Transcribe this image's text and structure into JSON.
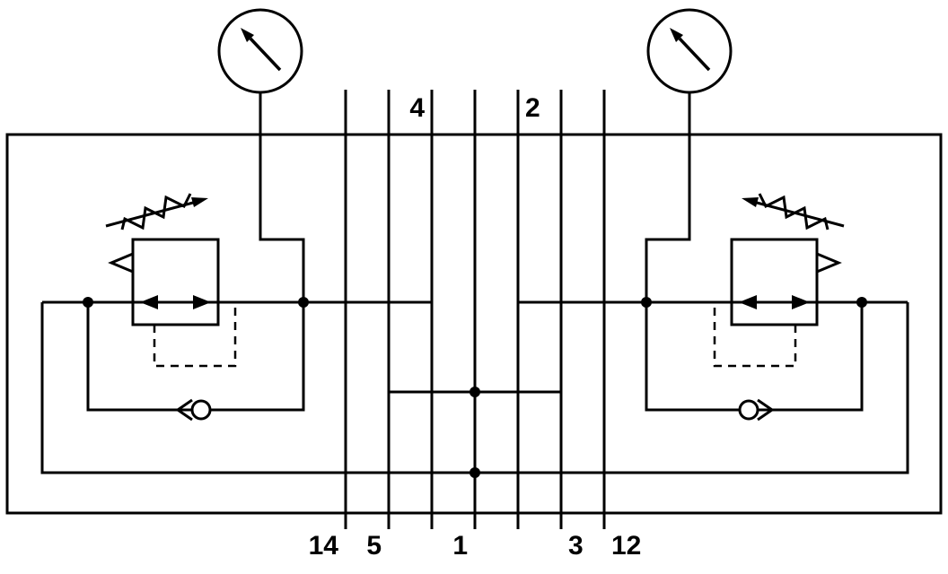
{
  "diagram": {
    "kind": "pneumatic-circuit-schematic",
    "description": "Dual pressure regulator sandwich plate with two pressure gauges, check valves, dashed pilot lines and seven channel lines",
    "ports": {
      "p14": "14",
      "p5": "5",
      "p4": "4",
      "p1": "1",
      "p2": "2",
      "p3": "3",
      "p12": "12"
    },
    "symbols": {
      "gauge_left": "pressure-gauge",
      "gauge_right": "pressure-gauge",
      "regulator_left": "pressure-regulator-with-relief",
      "regulator_right": "pressure-regulator-with-relief",
      "check_valve_left": "check-valve",
      "check_valve_right": "check-valve"
    },
    "colors": {
      "line": "#000000",
      "background": "#ffffff"
    }
  }
}
